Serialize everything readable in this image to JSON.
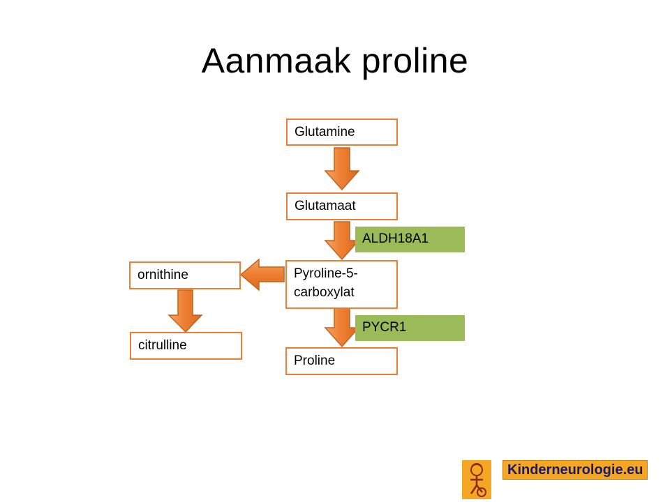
{
  "slide": {
    "title": "Aanmaak proline"
  },
  "nodes": {
    "glutamine": "Glutamine",
    "glutamaat": "Glutamaat",
    "pyroline_line1": "Pyroline-5-",
    "pyroline_line2": "carboxylat",
    "proline": "Proline",
    "ornithine": "ornithine",
    "citrulline": "citrulline"
  },
  "enzymes": {
    "aldh18a1": "ALDH18A1",
    "pycr1": "PYCR1"
  },
  "logo": {
    "text": "Kinderneurologie.eu"
  },
  "colors": {
    "box_border": "#ED7D31",
    "arrow_fill": "#ED7D31",
    "enzyme_fill": "#9BBB59",
    "logo_bg": "#F5A623"
  }
}
